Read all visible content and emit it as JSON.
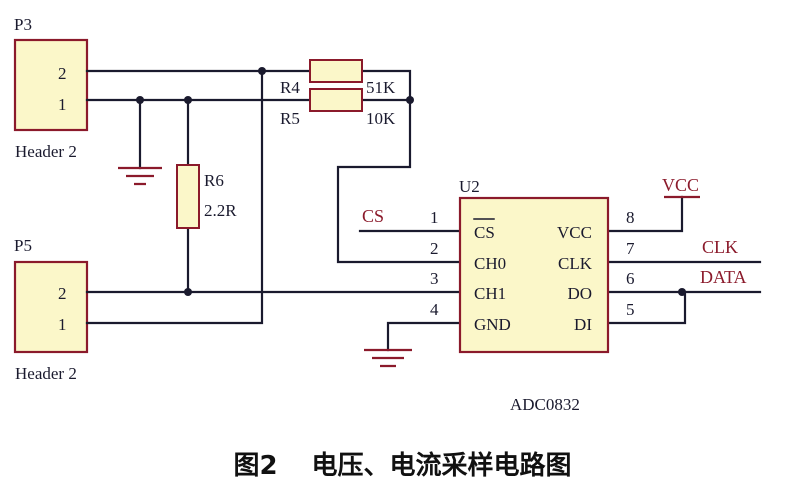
{
  "connectors": {
    "p3": {
      "ref": "P3",
      "name": "Header 2",
      "pin_top": "2",
      "pin_bottom": "1"
    },
    "p5": {
      "ref": "P5",
      "name": "Header 2",
      "pin_top": "2",
      "pin_bottom": "1"
    }
  },
  "resistors": {
    "r4": {
      "ref": "R4",
      "value": "51K"
    },
    "r5": {
      "ref": "R5",
      "value": "10K"
    },
    "r6": {
      "ref": "R6",
      "value": "2.2R"
    }
  },
  "chip": {
    "ref": "U2",
    "part": "ADC0832",
    "left_pins": [
      {
        "num": "1",
        "name": "CS"
      },
      {
        "num": "2",
        "name": "CH0"
      },
      {
        "num": "3",
        "name": "CH1"
      },
      {
        "num": "4",
        "name": "GND"
      }
    ],
    "right_pins": [
      {
        "num": "8",
        "name": "VCC"
      },
      {
        "num": "7",
        "name": "CLK"
      },
      {
        "num": "6",
        "name": "DO"
      },
      {
        "num": "5",
        "name": "DI"
      }
    ]
  },
  "nets": {
    "cs": "CS",
    "vcc": "VCC",
    "clk": "CLK",
    "data": "DATA"
  },
  "caption": {
    "figure": "图2",
    "title": "电压、电流采样电路图"
  }
}
